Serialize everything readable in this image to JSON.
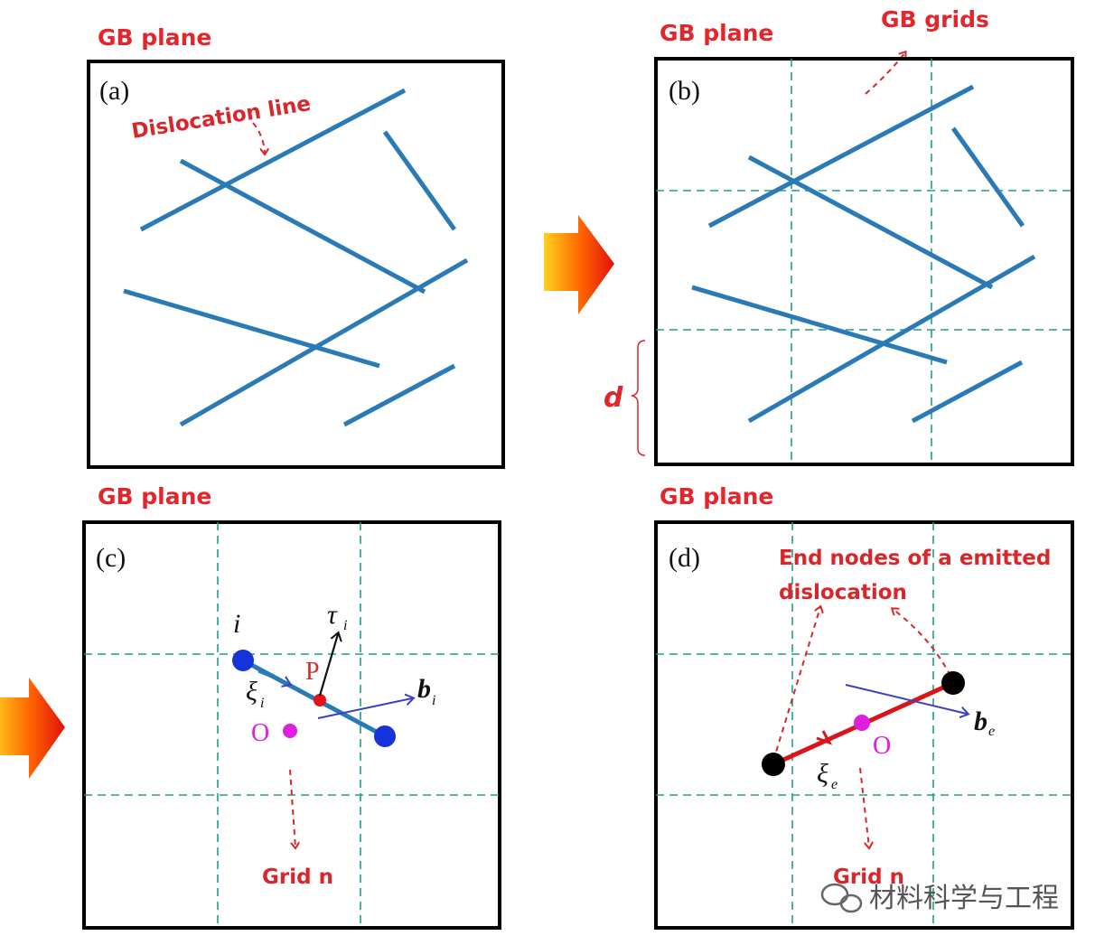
{
  "panels": {
    "a": {
      "tag": "(a)",
      "heading": "GB plane",
      "annotation": "Dislocation line"
    },
    "b": {
      "tag": "(b)",
      "heading": "GB plane",
      "annotation": "GB grids",
      "spacing_symbol": "d"
    },
    "c": {
      "tag": "(c)",
      "heading": "GB plane",
      "node_label": "i",
      "stress_symbol": "τ",
      "stress_sub": "i",
      "line_dir_symbol": "ξ",
      "line_dir_sub": "i",
      "point_p": "P",
      "burgers_symbol": "b",
      "burgers_sub": "i",
      "center_label": "O",
      "grid_label": "Grid n"
    },
    "d": {
      "tag": "(d)",
      "heading": "GB plane",
      "annotation_line1": "End nodes of a emitted",
      "annotation_line2": "dislocation",
      "center_label": "O",
      "line_dir_symbol": "ξ",
      "line_dir_sub": "e",
      "burgers_symbol": "b",
      "burgers_sub": "e",
      "grid_label": "Grid n"
    }
  },
  "watermark": "材料科学与工程",
  "colors": {
    "dislocation": "#2a7ab5",
    "grid": "#1f9e8c",
    "annotation": "#e3262b",
    "node": "#1433d9",
    "point_p": "#e8101a",
    "center_o": "#e01ee0",
    "emitted": "#d9141a"
  }
}
